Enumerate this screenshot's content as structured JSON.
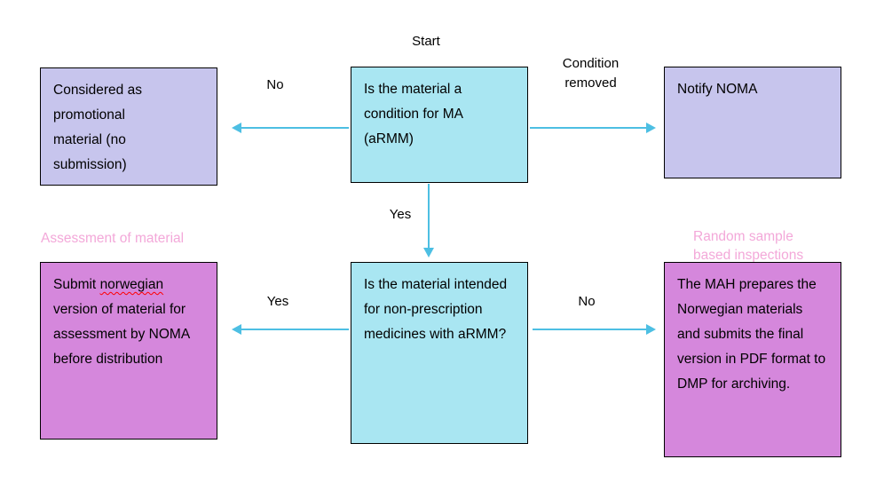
{
  "diagram": {
    "start_label": "Start",
    "nodes": {
      "decision_ma": {
        "text": "Is the material a condition for MA (aRMM)"
      },
      "promotional": {
        "text": "Considered as promotional material (no submission)"
      },
      "notify_noma": {
        "text": "Notify NOMA"
      },
      "decision_nonprescription": {
        "text": "Is the material intended for non-prescription medicines with aRMM?"
      },
      "submit_norwegian": {
        "text_pre": "Submit ",
        "misspelled_word": "norwegian",
        "text_post": " version of material for assessment by NOMA before distribution"
      },
      "mah_prepares": {
        "text": "The MAH prepares the Norwegian materials and submits the final version in PDF format to DMP for archiving."
      }
    },
    "edge_labels": {
      "no_top": "No",
      "condition_removed": "Condition removed",
      "yes_down": "Yes",
      "yes_bottom": "Yes",
      "no_bottom": "No"
    },
    "annotations": {
      "assessment": "Assessment of material",
      "random_sample": "Random sample based inspections"
    },
    "colors": {
      "cyan_box": "#a9e6f2",
      "lavender_box": "#c7c5ed",
      "orchid_box": "#d587dc",
      "pink_label": "#f3a8d9",
      "arrow": "#4dbfe3",
      "misspell_underline": "#ff0000"
    }
  }
}
